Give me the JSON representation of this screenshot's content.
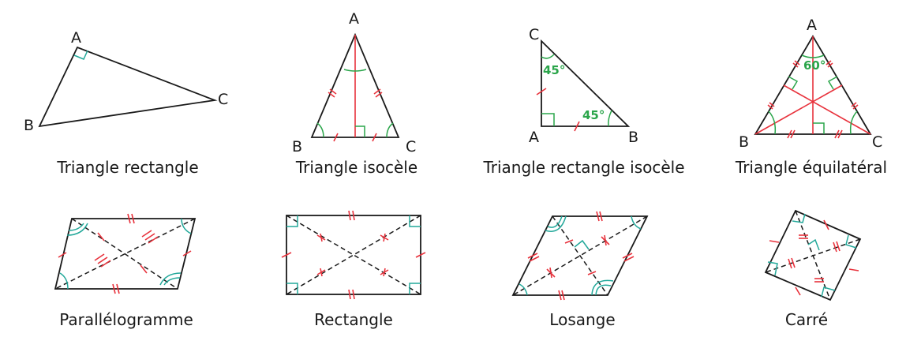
{
  "shapes": {
    "triangle_rectangle": {
      "caption": "Triangle rectangle",
      "vertices": [
        "A",
        "B",
        "C"
      ]
    },
    "triangle_isocele": {
      "caption": "Triangle isocèle",
      "vertices": [
        "A",
        "B",
        "C"
      ]
    },
    "triangle_rectangle_isocele": {
      "caption": "Triangle rectangle isocèle",
      "vertices": [
        "C",
        "A",
        "B"
      ],
      "angle_c": "45°",
      "angle_b": "45°"
    },
    "triangle_equilateral": {
      "caption": "Triangle équilatéral",
      "vertices": [
        "A",
        "B",
        "C"
      ],
      "angle_a": "60°"
    },
    "parallelogramme": {
      "caption": "Parallélogramme"
    },
    "rectangle": {
      "caption": "Rectangle"
    },
    "losange": {
      "caption": "Losange"
    },
    "carre": {
      "caption": "Carré"
    }
  },
  "colors": {
    "edge": "#1a1a1a",
    "mark_red": "#e8323c",
    "angle_green": "#2aa54a",
    "angle_teal": "#22a89a"
  }
}
